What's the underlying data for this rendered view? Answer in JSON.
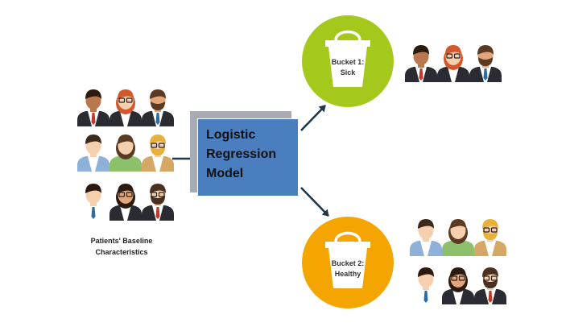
{
  "input_label_line1": "Patients' Baseline",
  "input_label_line2": "Characteristics",
  "model": {
    "line1": "Logistic",
    "line2": "Regression",
    "line3": "Model"
  },
  "bucket1": {
    "line1": "Bucket 1:",
    "line2": "Sick"
  },
  "bucket2": {
    "line1": "Bucket 2:",
    "line2": "Healthy"
  },
  "colors": {
    "bucket1": "#a5c81c",
    "bucket2": "#f5a500",
    "model_box": "#4a7ebf",
    "model_shadow": "#a8acb2",
    "arrow": "#1e3648",
    "suit": "#2b2b33",
    "skin": "#f6cfae"
  },
  "icons": [
    "person-icon",
    "bucket-icon",
    "arrow-right-icon"
  ]
}
